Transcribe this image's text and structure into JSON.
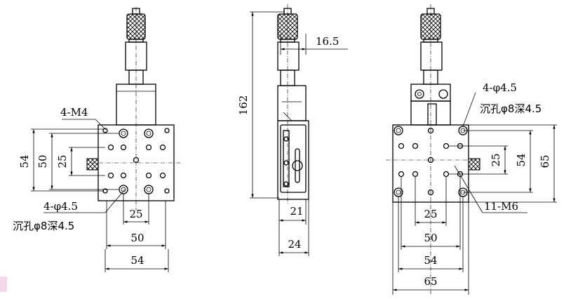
{
  "front_view": {
    "callout_m4": "4-M4",
    "callout_hole": "4-φ4.5",
    "callout_counterbore": "沉孔φ8深4.5",
    "dim_54": "54",
    "dim_50": "50",
    "dim_25v": "25",
    "dim_25h": "25",
    "dim_50h": "50",
    "dim_54h": "54"
  },
  "side_view": {
    "dim_162": "162",
    "dim_16_5": "16.5",
    "dim_21": "21",
    "dim_24": "24"
  },
  "rear_view": {
    "callout_hole": "4-φ4.5",
    "callout_counterbore": "沉孔φ8深4.5",
    "callout_m6": "11-M6",
    "dim_25v": "25",
    "dim_54v": "54",
    "dim_65v": "65",
    "dim_25h": "25",
    "dim_50h": "50",
    "dim_54h": "54",
    "dim_65h": "65"
  }
}
